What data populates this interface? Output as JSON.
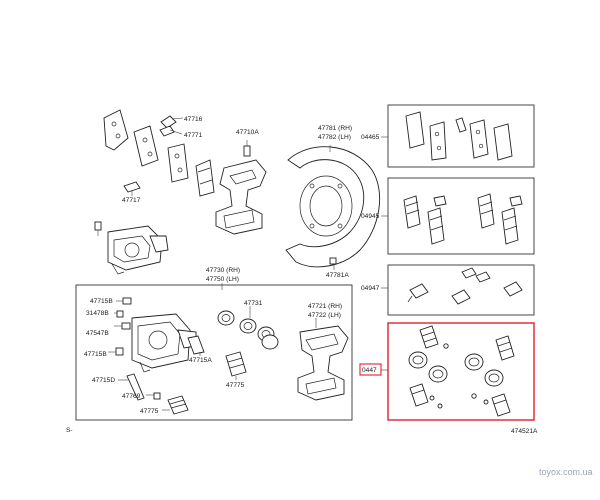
{
  "labels": {
    "p47716": "47716",
    "p47771": "47771",
    "p47710A": "47710A",
    "p47781": "47781 (RH)",
    "p47782": "47782 (LH)",
    "p47717": "47717",
    "p47781A": "47781A",
    "p47730": "47730 (RH)",
    "p47750": "47750 (LH)",
    "p47731": "47731",
    "p47721": "47721 (RH)",
    "p47722": "47722 (LH)",
    "p47715B": "47715B",
    "p31478B": "31478B",
    "p47547B": "47547B",
    "p47715B_2": "47715B",
    "p47715A": "47715A",
    "p47775_a": "47775",
    "p47715D": "47715D",
    "p47769": "47769",
    "p47775_b": "47775",
    "k04465": "04465",
    "k04945": "04945",
    "k04947": "04947",
    "k0447": "0447",
    "s_mark": "S-",
    "diagram_no": "474521A",
    "watermark": "toyox.com.ua"
  },
  "colors": {
    "highlight": "#e2202a",
    "line": "#222222",
    "watermark": "#9aa6b4"
  }
}
